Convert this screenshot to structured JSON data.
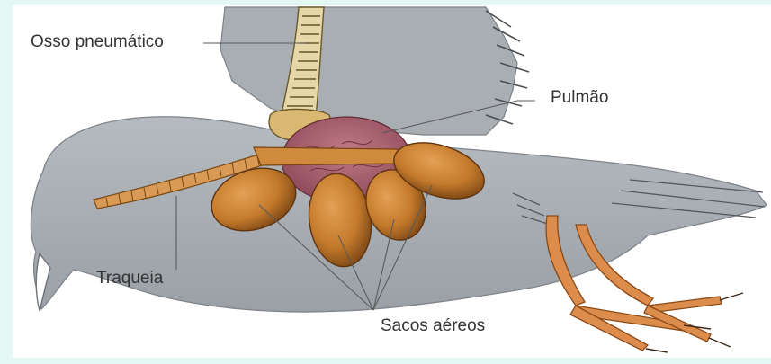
{
  "labels": {
    "pneumatic_bone": "Osso pneumático",
    "lung": "Pulmão",
    "trachea": "Traqueia",
    "air_sacs": "Sacos aéreos"
  },
  "colors": {
    "frame_background": "#e3f7f5",
    "body_grey": "#a8adb2",
    "air_sac_orange": "#c47a2c",
    "lung_purple": "#a8606f",
    "bone_cream": "#e6d7a8",
    "leg_orange": "#dc8d4c",
    "leader_line": "#5a5a5a"
  }
}
